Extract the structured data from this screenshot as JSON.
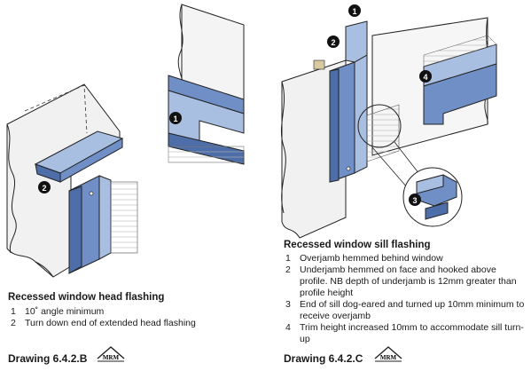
{
  "colors": {
    "flashing": "#6f8fc6",
    "flashing_dark": "#4d6ea8",
    "flashing_light": "#a9bfe2",
    "line": "#222222",
    "hatch": "#9a9a9a"
  },
  "head_flashing": {
    "title": "Recessed window head flashing",
    "items": [
      {
        "n": "1",
        "text": "10˚ angle minimum"
      },
      {
        "n": "2",
        "text": "Turn down end of extended head flashing"
      }
    ],
    "callouts": [
      "1",
      "2"
    ],
    "drawing_ref": "Drawing 6.4.2.B"
  },
  "sill_flashing": {
    "title": "Recessed window sill flashing",
    "items": [
      {
        "n": "1",
        "text": "Overjamb hemmed behind window"
      },
      {
        "n": "2",
        "text": "Underjamb hemmed on face and hooked above profile. NB depth of underjamb is 12mm greater than profile height"
      },
      {
        "n": "3",
        "text": "End of sill dog-eared and turned up 10mm minimum to receive overjamb"
      },
      {
        "n": "4",
        "text": "Trim height increased 10mm to accommodate sill turn-up"
      }
    ],
    "callouts": [
      "1",
      "2",
      "3",
      "4"
    ],
    "drawing_ref": "Drawing 6.4.2.C"
  },
  "logo": {
    "text": "MRM"
  }
}
